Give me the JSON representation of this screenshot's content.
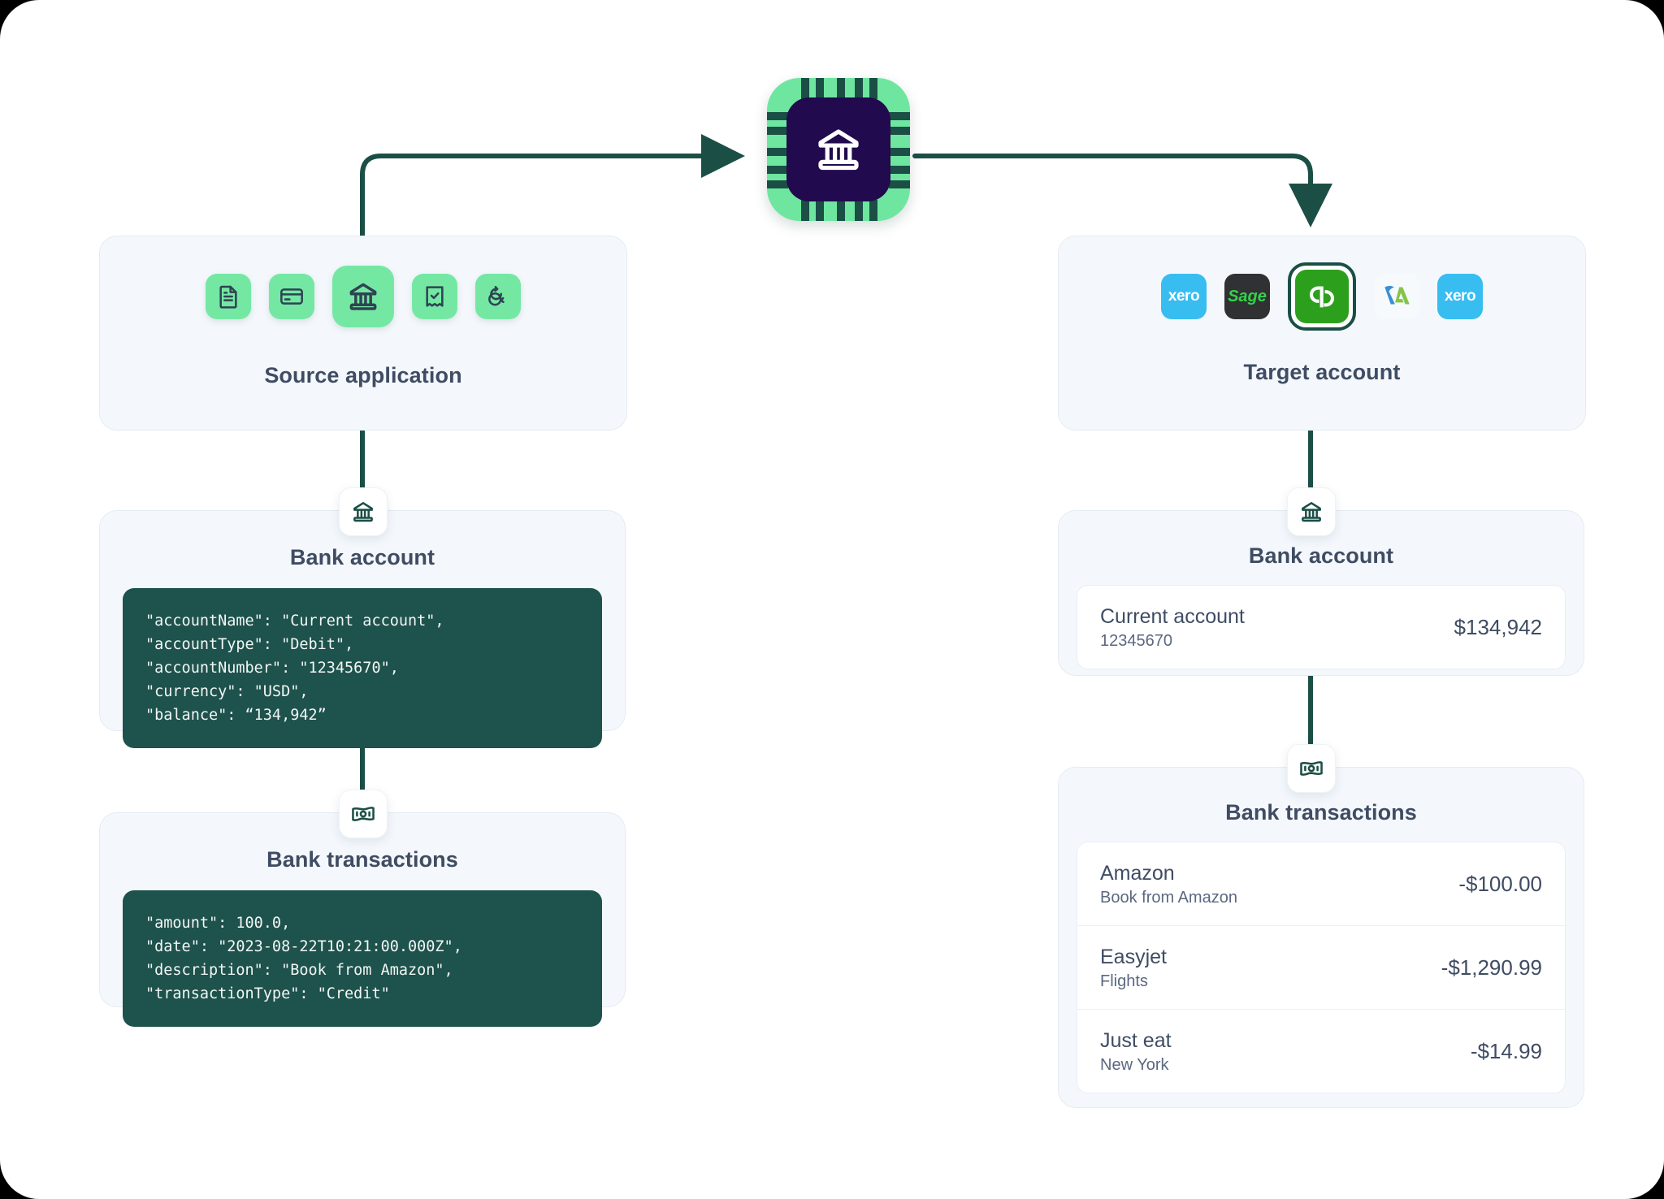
{
  "source": {
    "title": "Source application",
    "apps": [
      {
        "name": "document-icon"
      },
      {
        "name": "credit-card-icon"
      },
      {
        "name": "bank-icon"
      },
      {
        "name": "receipt-check-icon"
      },
      {
        "name": "sync-icon"
      }
    ],
    "bank_account": {
      "badge_icon": "bank-icon",
      "title": "Bank account",
      "code": "\"accountName\": \"Current account\",\n\"accountType\": \"Debit\",\n\"accountNumber\": \"12345670\",\n\"currency\": \"USD\",\n\"balance\": “134,942”"
    },
    "bank_transactions": {
      "badge_icon": "banknote-icon",
      "title": "Bank transactions",
      "code": "\"amount\": 100.0,\n\"date\": \"2023-08-22T10:21:00.000Z\",\n\"description\": \"Book from Amazon\",\n\"transactionType\": \"Credit\""
    }
  },
  "target": {
    "title": "Target account",
    "integrations": [
      {
        "name": "xero",
        "label": "xero",
        "selected": false
      },
      {
        "name": "sage",
        "label": "Sage",
        "selected": false
      },
      {
        "name": "quickbooks",
        "label": "qb",
        "selected": true
      },
      {
        "name": "freeagent",
        "label": "",
        "selected": false
      },
      {
        "name": "xero",
        "label": "xero",
        "selected": false
      }
    ],
    "bank_account": {
      "badge_icon": "bank-icon",
      "title": "Bank account",
      "account": {
        "name": "Current account",
        "number": "12345670",
        "balance": "$134,942"
      }
    },
    "bank_transactions": {
      "badge_icon": "banknote-icon",
      "title": "Bank transactions",
      "rows": [
        {
          "name": "Amazon",
          "sub": "Book from Amazon",
          "amount": "-$100.00"
        },
        {
          "name": "Easyjet",
          "sub": "Flights",
          "amount": "-$1,290.99"
        },
        {
          "name": "Just eat",
          "sub": "New York",
          "amount": "-$14.99"
        }
      ]
    }
  },
  "colors": {
    "accent_green": "#74e8a3",
    "line_green": "#1b4f46",
    "code_bg": "#1e524c",
    "card_bg": "#f4f8fc",
    "text_slate": "#3f4c63",
    "chip_core": "#220a4e"
  }
}
